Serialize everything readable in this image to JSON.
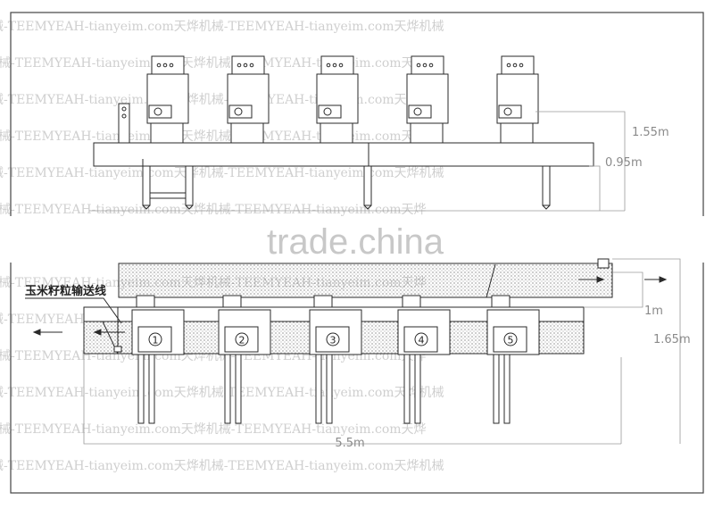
{
  "dimensions": {
    "height_total": "1.55m",
    "height_table": "0.95m",
    "depth_belt": "1m",
    "depth_total": "1.65m",
    "length_total": "5.5m"
  },
  "labels": {
    "conveyor_cn": "玉米籽粒输送线"
  },
  "stations": [
    "1",
    "2",
    "3",
    "4",
    "5"
  ],
  "banner": {
    "text": "trade.china"
  },
  "watermark": {
    "lines": [
      "械-TEEMYEAH-tianyeim.com天烨机械-TEEMYEAH-tianyeim.com天烨机械",
      "烨机械-TEEMYEAH-tianyeim.com天烨机械-TEEMYEAH-tianyeim.com天烨"
    ]
  },
  "colors": {
    "line": "#2a2a2a",
    "dim_line": "#9a9a9a",
    "dim_text": "#8a8a8a",
    "watermark": "#cfcfcf",
    "banner_text": "#c8c8c8"
  }
}
